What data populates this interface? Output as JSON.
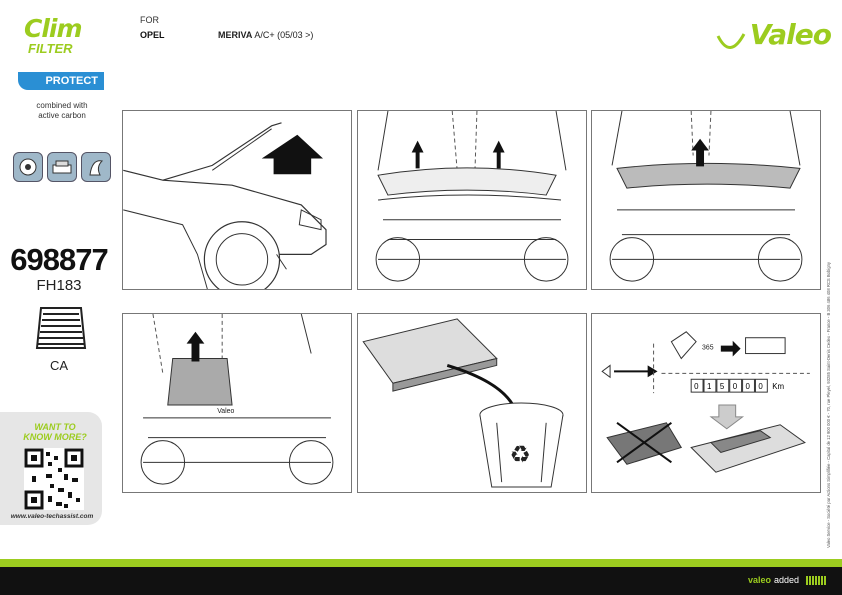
{
  "brand": {
    "clim_word": "Clim",
    "filter_word": "FILTER",
    "protect_label": "PROTECT",
    "carbon_note_line1": "combined with",
    "carbon_note_line2": "active carbon",
    "valeo_logo": "Valeo",
    "green": "#9ccc1f",
    "blue": "#2a8fd4"
  },
  "vehicle": {
    "for_label": "FOR",
    "make": "OPEL",
    "model": "MERIVA",
    "model_detail": "A/C+ (05/03 >)"
  },
  "product": {
    "part_number": "698877",
    "reference": "FH183",
    "type_code": "CA"
  },
  "features_icons": [
    "virus-icon",
    "car-pollution-icon",
    "allergy-icon"
  ],
  "panels": {
    "p4_filter_label": "Valeo",
    "p6_reading_365": "365",
    "p6_km_digits": [
      "0",
      "1",
      "5",
      "0",
      "0",
      "0"
    ],
    "p6_km_unit": "Km"
  },
  "more_info": {
    "line1": "WANT TO",
    "line2": "KNOW MORE?",
    "url": "www.valeo-techassist.com"
  },
  "legal": "Valeo Service - Société par Actions Simplifiée - Capital de 12 900 000 € - 70, rue Pleyel, 93285 Saint-Denis Cedex - France - B 306 486 408 RCS Bobigny",
  "footer": {
    "brand": "valeo",
    "word": "added"
  }
}
